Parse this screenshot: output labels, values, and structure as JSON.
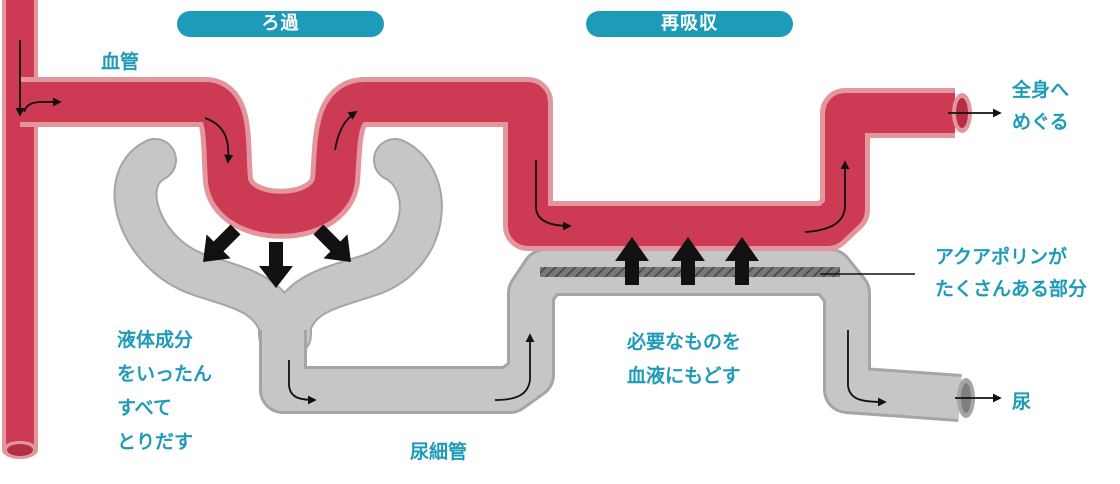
{
  "headers": {
    "filtration": "ろ過",
    "reabsorption": "再吸収"
  },
  "labels": {
    "blood_vessel": "血管",
    "to_whole_body": [
      "全身へ",
      "めぐる"
    ],
    "aquaporin": [
      "アクアポリンが",
      "たくさんある部分"
    ],
    "filtrate": [
      "液体成分",
      "をいったん",
      "すべて",
      "とりだす"
    ],
    "needed_back": [
      "必要なものを",
      "血液にもどす"
    ],
    "renal_tubule": "尿細管",
    "urine": "尿"
  },
  "colors": {
    "accent": "#1e9bb8",
    "blood": "#cd3a54",
    "blood_edge": "#e3979c",
    "tubule": "#c6c6c6",
    "tubule_edge": "#a5a5a5",
    "arrow": "#111111"
  }
}
